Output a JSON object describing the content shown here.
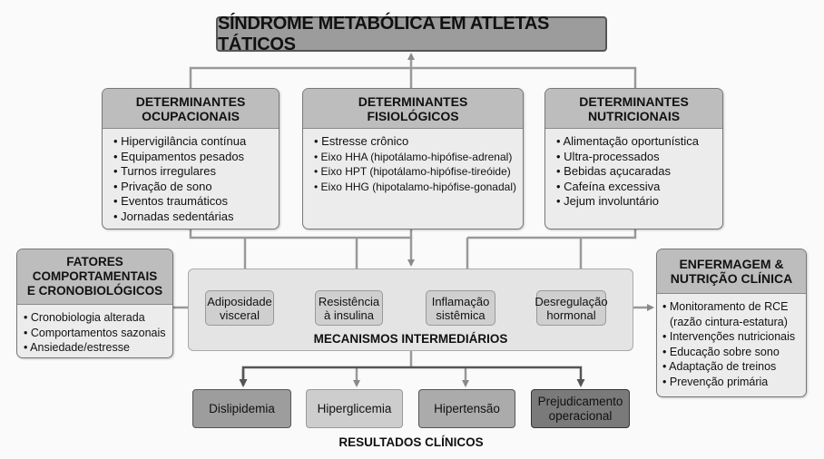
{
  "title": "SÍNDROME METABÓLICA EM ATLETAS TÁTICOS",
  "determinants": [
    {
      "title_line1": "DETERMINANTES",
      "title_line2": "OCUPACIONAIS",
      "items": [
        "Hipervigilância contínua",
        "Equipamentos pesados",
        "Turnos irregulares",
        "Privação de sono",
        "Eventos traumáticos",
        "Jornadas sedentárias"
      ]
    },
    {
      "title_line1": "DETERMINANTES",
      "title_line2": "FISIOLÓGICOS",
      "items": [
        "Estresse crônico",
        "Eixo HHA (hipotálamo-hipófise-adrenal)",
        "Eixo HPT (hipotálamo-hipófise-tireóide)",
        "Eixo HHG (hipotalamo-hipófise-gonadal)"
      ]
    },
    {
      "title_line1": "DETERMINANTES",
      "title_line2": "NUTRICIONAIS",
      "items": [
        "Alimentação oportunística",
        "Ultra-processados",
        "Bebidas açucaradas",
        "Cafeína excessiva",
        "Jejum involuntário"
      ]
    }
  ],
  "behavioral": {
    "title_line1": "FATORES",
    "title_line2": "COMPORTAMENTAIS",
    "title_line3": "E CRONOBIOLÓGICOS",
    "items": [
      "Cronobiologia alterada",
      "Comportamentos sazonais",
      "Ansiedade/estresse"
    ]
  },
  "mechanisms": {
    "label": "MECANISMOS INTERMEDIÁRIOS",
    "items": [
      {
        "line1": "Adiposidade",
        "line2": "visceral"
      },
      {
        "line1": "Resistência",
        "line2": "à insulina"
      },
      {
        "line1": "Inflamação",
        "line2": "sistêmica"
      },
      {
        "line1": "Desregulação",
        "line2": "hormonal"
      }
    ]
  },
  "nursing": {
    "title_line1": "ENFERMAGEM &",
    "title_line2": "NUTRIÇÃO CLÍNICA",
    "items": [
      "Monitoramento de RCE",
      "(razão cintura-estatura)",
      "Intervenções nutricionais",
      "Educação sobre sono",
      "Adaptação de treinos",
      "Prevenção primária"
    ]
  },
  "outcomes": {
    "label": "RESULTADOS CLÍNICOS",
    "items": [
      {
        "line1": "Dislipidemia",
        "line2": "",
        "color": "#9d9d9d"
      },
      {
        "line1": "Hiperglicemia",
        "line2": "",
        "color": "#cdcdcd"
      },
      {
        "line1": "Hipertensão",
        "line2": "",
        "color": "#ababab"
      },
      {
        "line1": "Prejudicamento",
        "line2": "operacional",
        "color": "#7a7a7a"
      }
    ]
  }
}
